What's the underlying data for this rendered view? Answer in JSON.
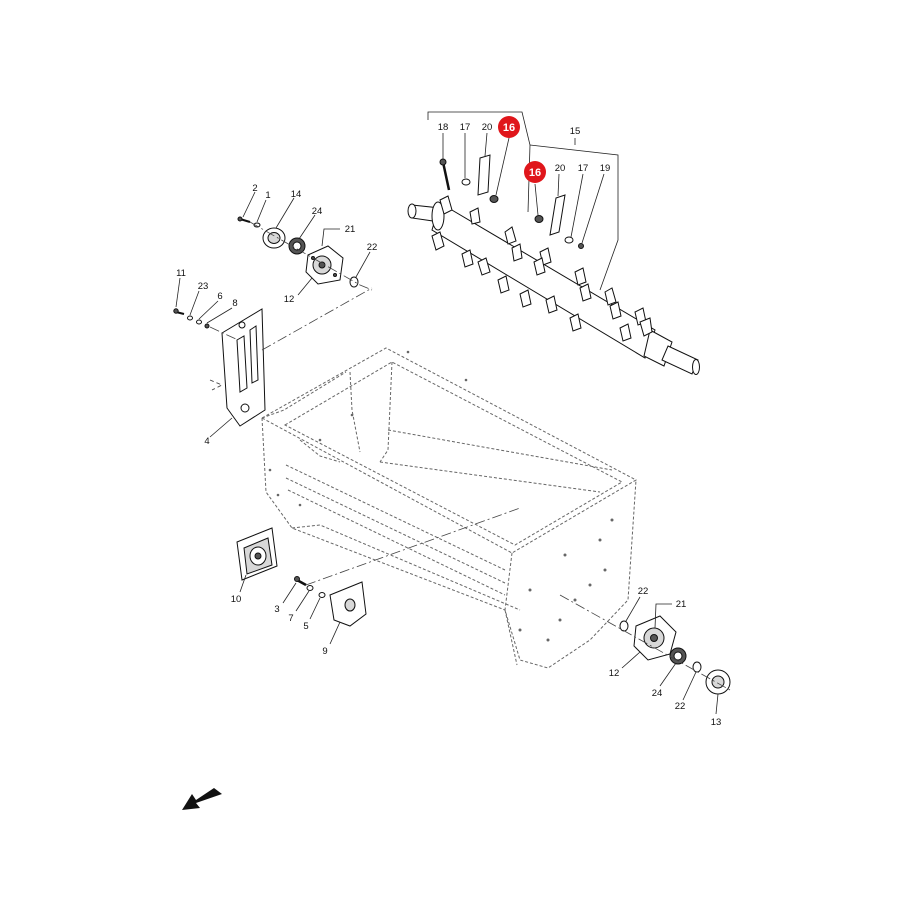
{
  "labels": {
    "l1": "1",
    "l2": "2",
    "l3": "3",
    "l4": "4",
    "l5": "5",
    "l6": "6",
    "l7": "7",
    "l8": "8",
    "l9": "9",
    "l10": "10",
    "l11": "11",
    "l12a": "12",
    "l12b": "12",
    "l13": "13",
    "l14": "14",
    "l15": "15",
    "l17a": "17",
    "l17b": "17",
    "l18": "18",
    "l19": "19",
    "l20a": "20",
    "l20b": "20",
    "l21a": "21",
    "l21b": "21",
    "l22a": "22",
    "l22b": "22",
    "l22c": "22",
    "l23": "23",
    "l24a": "24",
    "l24b": "24"
  },
  "callouts": {
    "c16a": "16",
    "c16b": "16"
  },
  "colors": {
    "callout_fill": "#e0161b",
    "line": "#111111",
    "frame": "#666666"
  },
  "icons": {
    "direction_arrow": "arrow-down-left-icon"
  }
}
